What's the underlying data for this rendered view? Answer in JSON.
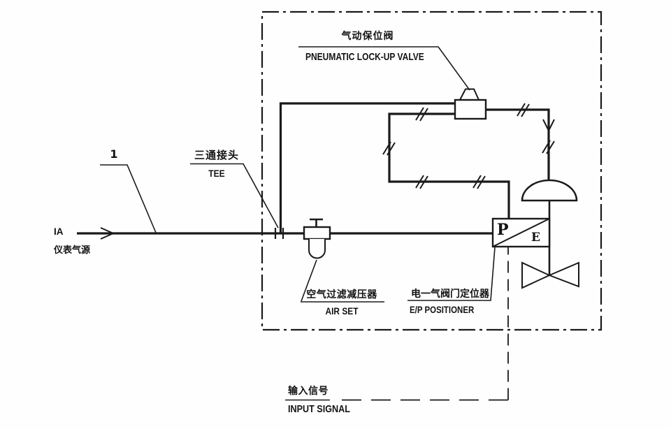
{
  "diagram": {
    "lockup_valve_label": {
      "zh": "气动保位阀",
      "en": "PNEUMATIC LOCK-UP VALVE"
    },
    "tee_label": {
      "zh": "三通接头",
      "en": "TEE"
    },
    "marker": "1",
    "air_source_label": {
      "line1": "IA",
      "line2": "仪表气源"
    },
    "air_set_label": {
      "zh": "空气过滤减压器",
      "en": "AIR SET"
    },
    "ep_positioner_label": {
      "zh": "电一气阀门定位器",
      "en": "E/P POSITIONER",
      "port_p": "P",
      "port_e": "E"
    },
    "input_signal_label": {
      "zh": "输入信号",
      "en": "INPUT SIGNAL"
    },
    "colors": {
      "line": "#1a1a1a",
      "background": "#fefefe"
    }
  }
}
